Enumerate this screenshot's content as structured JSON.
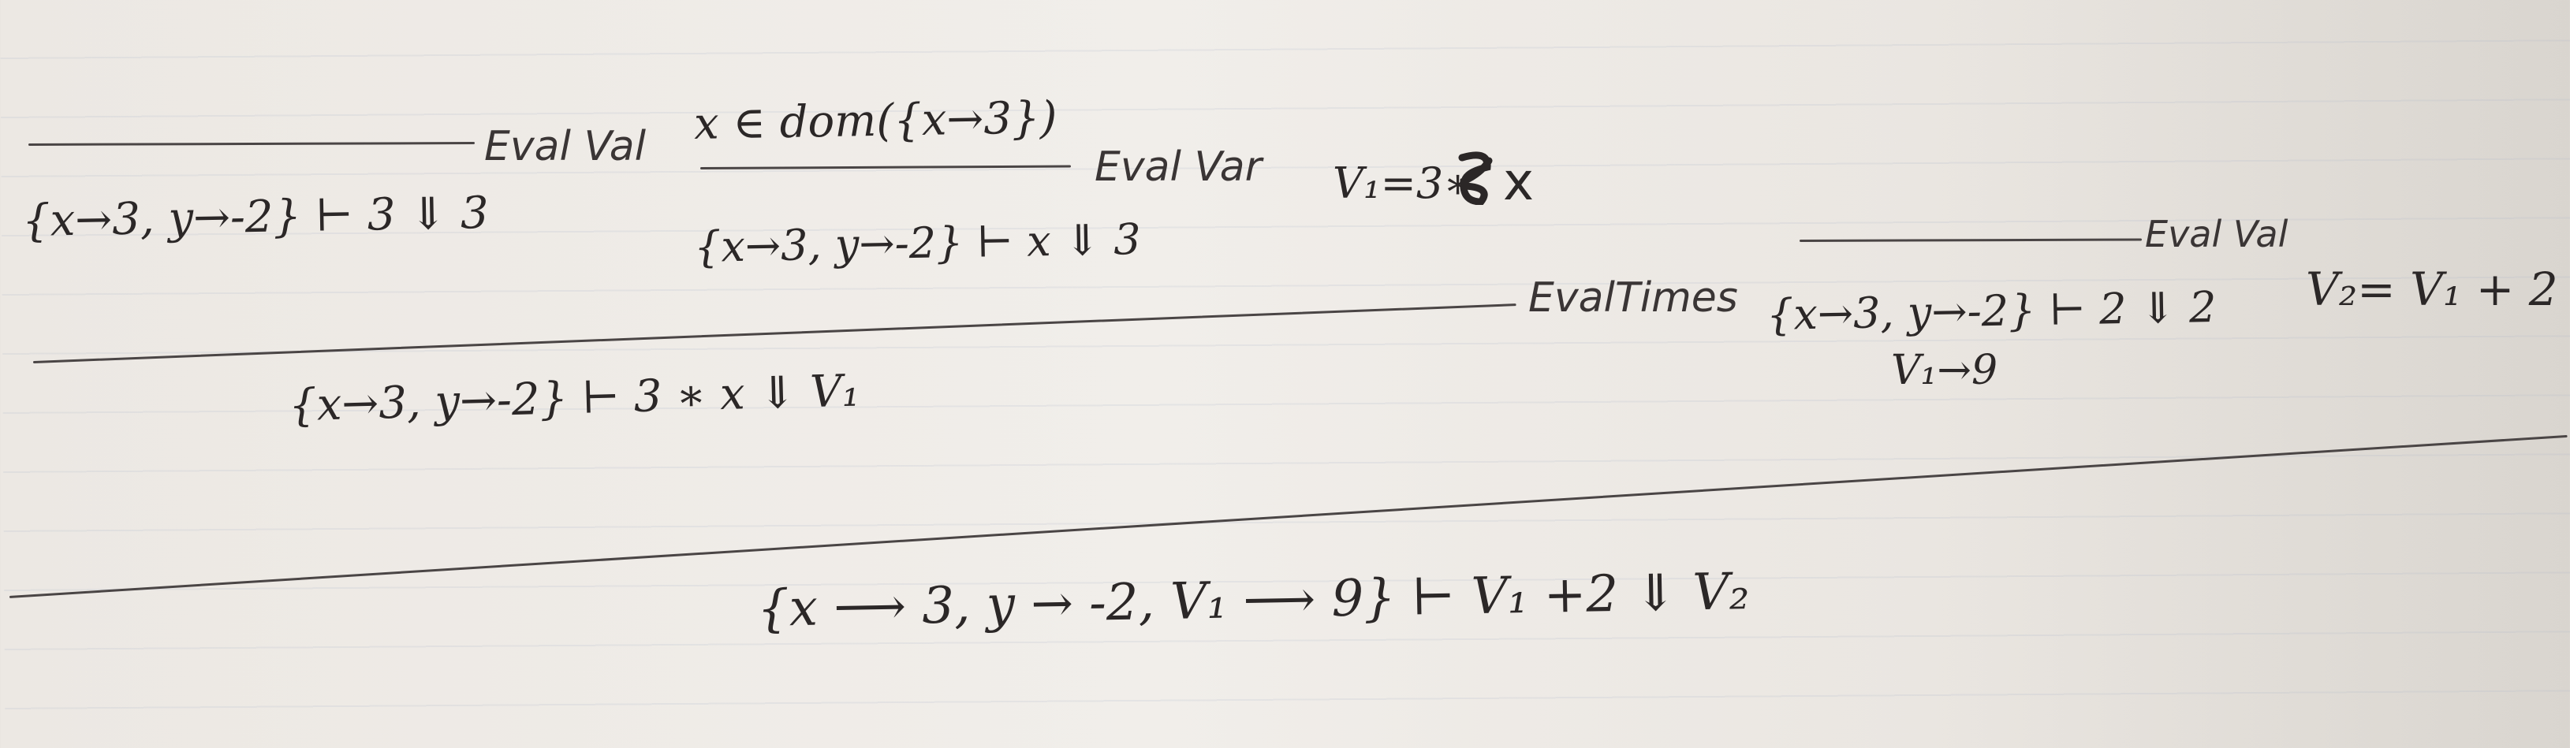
{
  "derivation": {
    "eval_val_1": {
      "conclusion": "{x→3, y→-2} ⊢ 3 ⇓ 3",
      "rule": "Eval Val"
    },
    "eval_var": {
      "premise": "x ∈ dom({x→3})",
      "conclusion": "{x→3, y→-2} ⊢ x ⇓ 3",
      "rule": "Eval Var"
    },
    "side_note": {
      "left": "V₁=3∗",
      "right": "x"
    },
    "eval_times": {
      "rule": "EvalTimes",
      "conclusion": "{x→3, y→-2} ⊢ 3 ∗ x ⇓ V₁"
    },
    "eval_val_2": {
      "rule": "Eval Val",
      "conclusion": "{x→3, y→-2} ⊢ 2 ⇓ 2",
      "note": "V₁→9"
    },
    "v2_note": "V₂= V₁ + 2",
    "final_conclusion": "{x ⟶ 3, y → -2, V₁ ⟶ 9} ⊢ V₁ +2 ⇓ V₂"
  }
}
